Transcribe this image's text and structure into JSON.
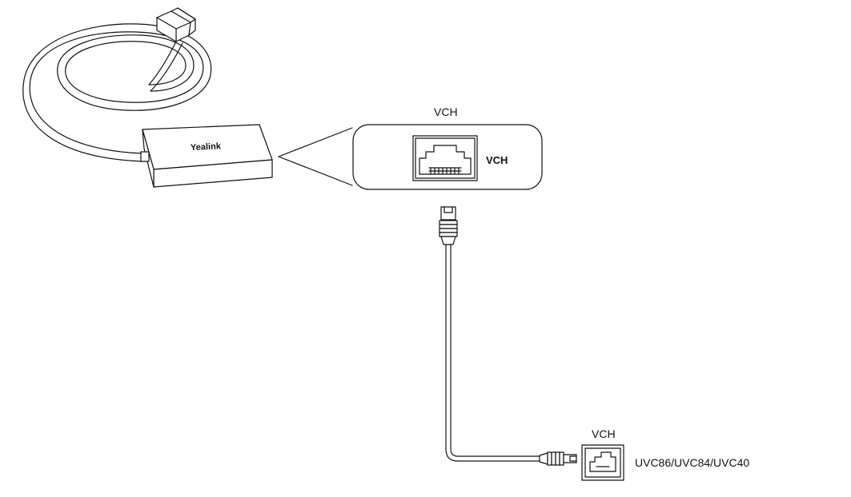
{
  "hub": {
    "brand": "Yealink"
  },
  "callout": {
    "top_label": "VCH",
    "port_label": "VCH"
  },
  "camera": {
    "port_label": "VCH",
    "model_label": "UVC86/UVC84/UVC40"
  }
}
